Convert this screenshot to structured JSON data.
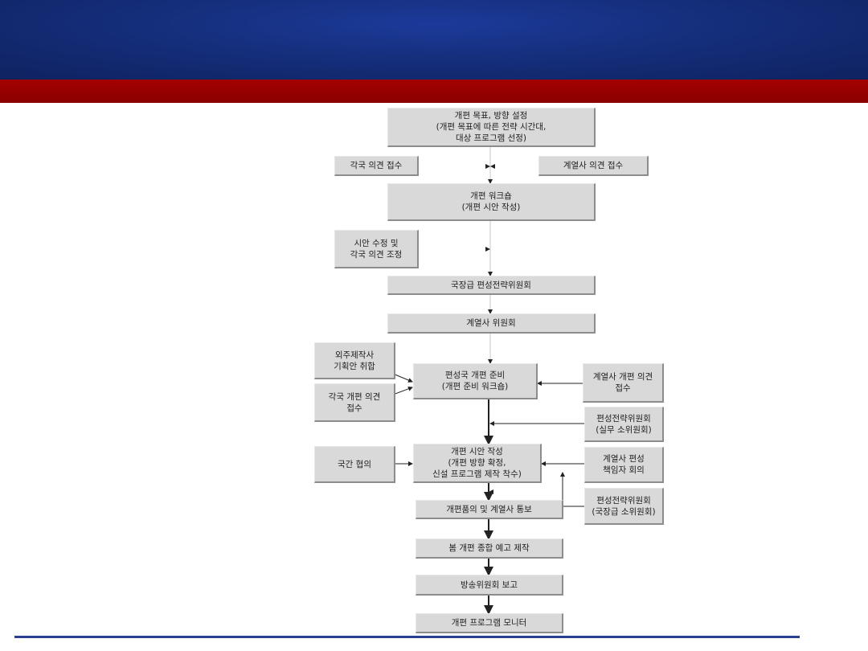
{
  "slide": {
    "header_color": "#16307f",
    "band_color": "#9b0000",
    "footer_line_color": "#2b3f8f"
  },
  "diagram": {
    "goal": "개편 목표, 방향 설정\n(개편 목표에 따른 전략 시간대,\n대상 프로그램 선정)",
    "left_opinions": "각국 의견 접수",
    "affiliate_opinions": "계열사 의견 접수",
    "workshop": "개편 워크숍\n(개편 시안 작성)",
    "revise": "시안 수정 및\n각국 의견 조정",
    "director_committee": "국장급 편성전략위원회",
    "affiliate_committee": "계열사 위원회",
    "outsource": "외주제작사\n기획안 취합",
    "dept_opinions": "각국 개편 의견\n접수",
    "prep": "편성국 개편 준비\n(개편 준비 워크숍)",
    "affiliate_prep_opinions": "계열사 개편 의견\n접수",
    "practical_committee": "편성전략위원회\n(실무 소위원회)",
    "inter_dept": "국간 협의",
    "draft": "개편 시안 작성\n(개편 방향 확정,\n신설 프로그램 제작 착수)",
    "affiliate_meeting": "계열사 편성\n책임자 회의",
    "director_subcommittee": "편성전략위원회\n(국장급 소위원회)",
    "report_affiliates": "개편품의 및 계열사 통보",
    "preview": "봄 개편 종합 예고 제작",
    "broadcast_report": "방송위원회 보고",
    "monitor": "개편 프로그램 모니터"
  }
}
